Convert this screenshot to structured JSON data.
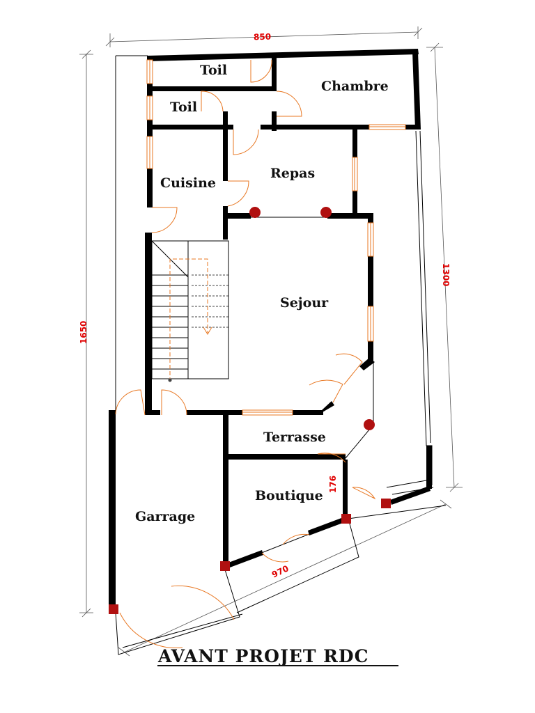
{
  "plan": {
    "title": "AVANT PROJET RDC",
    "rooms": {
      "toil_top": "Toil",
      "toil_bottom": "Toil",
      "chambre": "Chambre",
      "cuisine": "Cuisine",
      "repas": "Repas",
      "sejour": "Sejour",
      "terrasse": "Terrasse",
      "boutique": "Boutique",
      "garrage": "Garrage"
    },
    "dimensions": {
      "top_width": "850",
      "left_height": "1650",
      "right_height": "1300",
      "front_width": "970",
      "small": "176"
    },
    "colors": {
      "wall": "#000000",
      "dimension_text": "#e00000",
      "window_door": "#e87722",
      "column": "#b01010"
    }
  }
}
